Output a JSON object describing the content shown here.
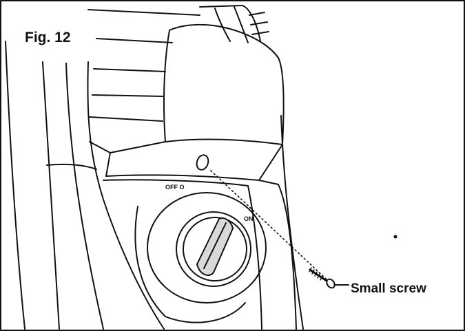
{
  "figure": {
    "title": "Fig. 12"
  },
  "callouts": {
    "small_screw": "Small screw"
  },
  "switch": {
    "off_label": "OFF O",
    "on_label": "ON"
  },
  "colors": {
    "line": "#111111",
    "shade": "#d9d9d9",
    "background": "#ffffff"
  }
}
